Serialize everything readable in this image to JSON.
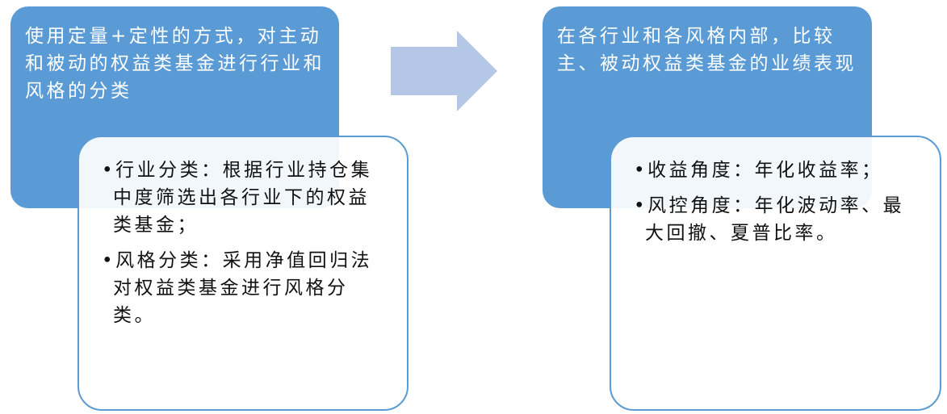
{
  "left": {
    "title": "使用定量+定性的方式，对主动和被动的权益类基金进行行业和风格的分类",
    "bullets": [
      "•行业分类：根据行业持仓集中度筛选出各行业下的权益类基金；",
      "•风格分类：采用净值回归法对权益类基金进行风格分类。"
    ]
  },
  "right": {
    "title": "在各行业和各风格内部，比较主、被动权益类基金的业绩表现",
    "bullets": [
      "•收益角度：年化收益率；",
      "•风控角度：年化波动率、最大回撤、夏普比率。"
    ]
  },
  "colors": {
    "box": "#5b9bd5",
    "arrow": "#b4c7e7"
  }
}
